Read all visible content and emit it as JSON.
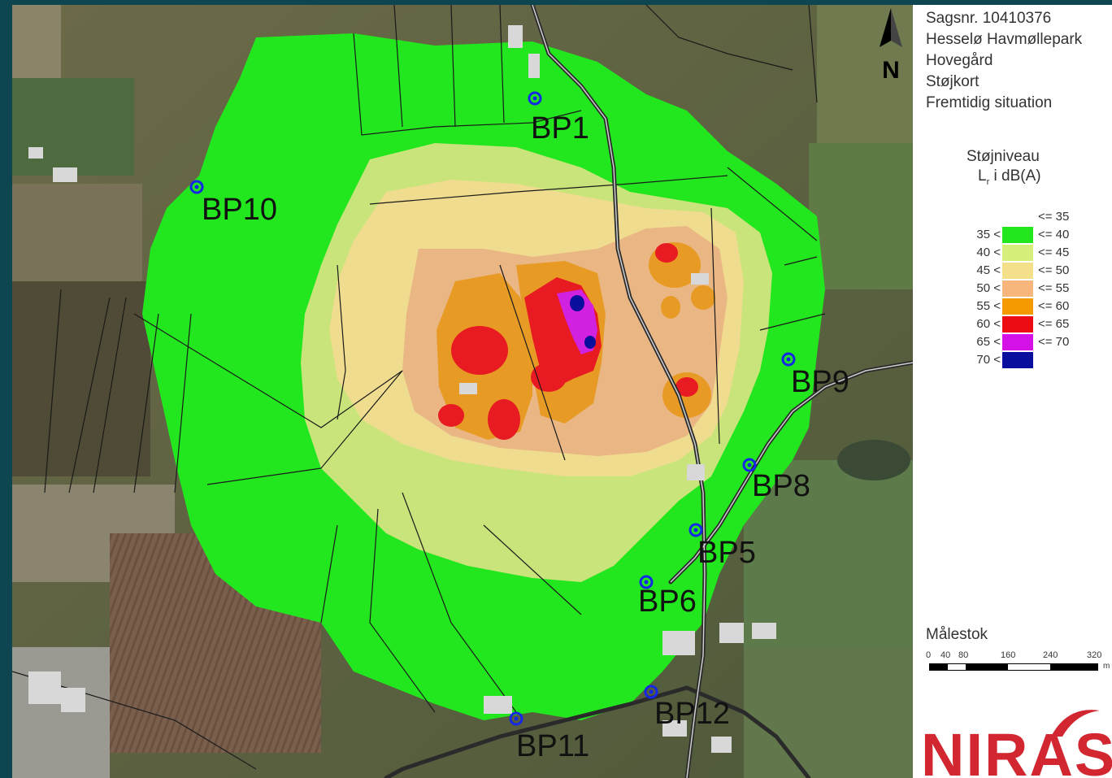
{
  "info": {
    "case_number": "Sagsnr. 10410376",
    "project": "Hesselø Havmøllepark",
    "location": "Hovegård",
    "map_type": "Støjkort",
    "situation": "Fremtidig situation"
  },
  "legend": {
    "title": "Støjniveau",
    "unit_main": "L",
    "unit_sub": "r",
    "unit_rest": " i dB(A)",
    "top_label": "<= 35",
    "classes": [
      {
        "lo": "35 <",
        "hi": "<= 40",
        "color": "#22e61e"
      },
      {
        "lo": "40 <",
        "hi": "<= 45",
        "color": "#d6ee7a"
      },
      {
        "lo": "45 <",
        "hi": "<= 50",
        "color": "#f4e08a"
      },
      {
        "lo": "50 <",
        "hi": "<= 55",
        "color": "#f6b67c"
      },
      {
        "lo": "55 <",
        "hi": "<= 60",
        "color": "#f59a00"
      },
      {
        "lo": "60 <",
        "hi": "<= 65",
        "color": "#ec0c14"
      },
      {
        "lo": "65 <",
        "hi": "<= 70",
        "color": "#d412e8"
      },
      {
        "lo": "70 <",
        "hi": "",
        "color": "#0a0e9c"
      }
    ]
  },
  "scale": {
    "title": "Målestok",
    "ticks": [
      "0",
      "40",
      "80",
      "160",
      "240",
      "320"
    ],
    "unit": "m"
  },
  "north_label": "N",
  "logo_text": "NIRAS",
  "points": [
    {
      "id": "BP1",
      "label": "BP1"
    },
    {
      "id": "BP10",
      "label": "BP10"
    },
    {
      "id": "BP9",
      "label": "BP9"
    },
    {
      "id": "BP8",
      "label": "BP8"
    },
    {
      "id": "BP5",
      "label": "BP5"
    },
    {
      "id": "BP6",
      "label": "BP6"
    },
    {
      "id": "BP12",
      "label": "BP12"
    },
    {
      "id": "BP11",
      "label": "BP11"
    }
  ]
}
